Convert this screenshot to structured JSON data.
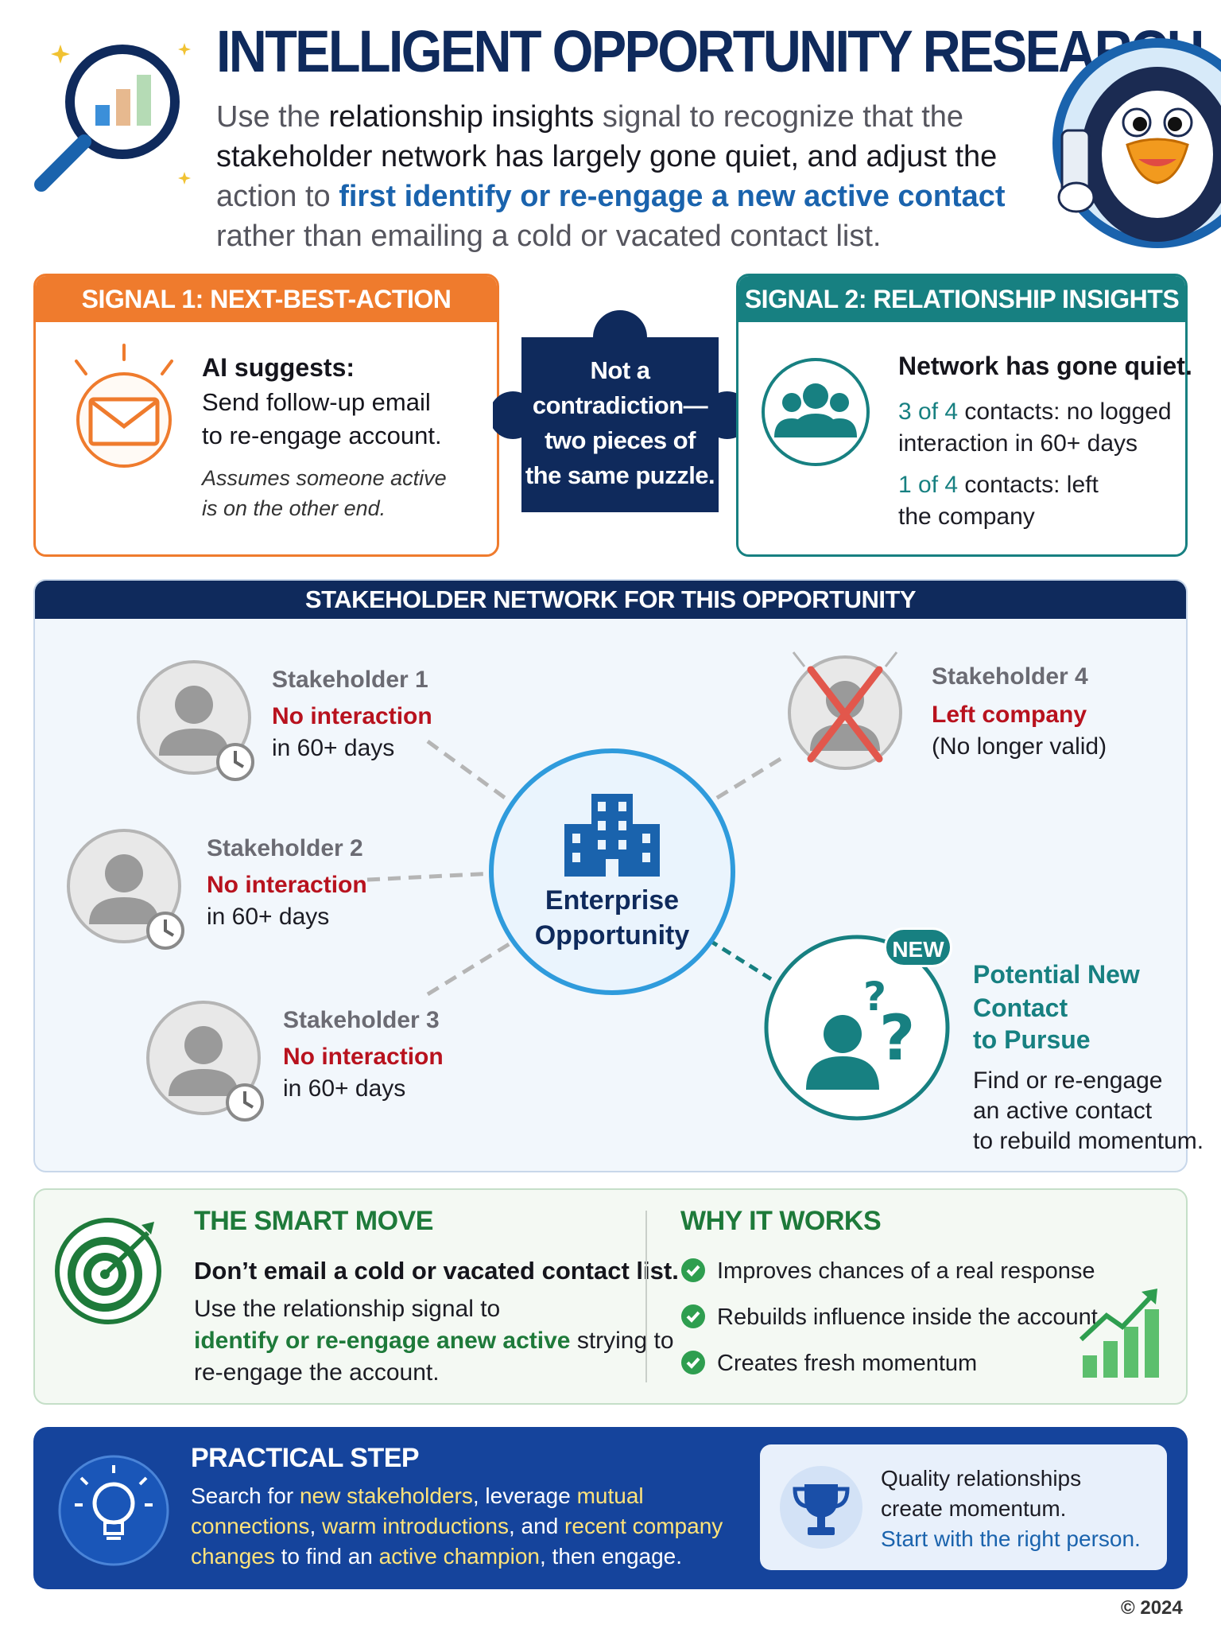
{
  "header": {
    "title": "INTELLIGENT OPPORTUNITY RESEARCH",
    "subtitle": {
      "p1": "Use the ",
      "b1": "relationship insights",
      "p2": " signal to recognize that the ",
      "b2": "stakeholder network has largely gone quiet, and adjust the",
      "p3": " action to ",
      "hl": "first identify or re-engage a new active contact",
      "p4": " rather than emailing a cold or vacated contact list."
    }
  },
  "signal1": {
    "heading": "SIGNAL 1: NEXT-BEST-ACTION",
    "lead": "AI suggests:",
    "line1": "Send follow-up email",
    "line2": "to re-engage account.",
    "note1": "Assumes someone active",
    "note2": "is on the other end."
  },
  "puzzle": {
    "line1": "Not a",
    "line2": "contradiction—",
    "line3": "two pieces of",
    "line4": "the same puzzle."
  },
  "signal2": {
    "heading": "SIGNAL 2: RELATIONSHIP INSIGHTS",
    "lead": "Network has gone quiet.",
    "stat1_count": "3 of 4",
    "stat1_text_a": " contacts: no logged",
    "stat1_text_b": "interaction in 60+ days",
    "stat2_count": "1 of 4",
    "stat2_text_a": " contacts: left",
    "stat2_text_b": "the company"
  },
  "network": {
    "heading": "STAKEHOLDER NETWORK FOR THIS OPPORTUNITY",
    "center_line1": "Enterprise",
    "center_line2": "Opportunity",
    "stakeholders": [
      {
        "name": "Stakeholder 1",
        "status": "No interaction",
        "detail": "in 60+ days"
      },
      {
        "name": "Stakeholder 2",
        "status": "No interaction",
        "detail": "in 60+ days"
      },
      {
        "name": "Stakeholder 3",
        "status": "No interaction",
        "detail": "in 60+ days"
      },
      {
        "name": "Stakeholder 4",
        "status": "Left company",
        "detail": "(No longer valid)"
      }
    ],
    "new_contact": {
      "badge": "NEW",
      "title1": "Potential New",
      "title2": "Contact",
      "title3": "to Pursue",
      "body1": "Find or re-engage",
      "body2": "an active contact",
      "body3": "to rebuild momentum."
    }
  },
  "smart_move": {
    "heading": "THE SMART MOVE",
    "lead": "Don’t email a cold or vacated contact list.",
    "line1": "Use the relationship signal to",
    "line2_hl": "identify or re-engage anew active",
    "line2_rest": " strying to",
    "line3": "re-engage the account."
  },
  "why": {
    "heading": "WHY IT WORKS",
    "items": [
      "Improves chances of a real response",
      "Rebuilds influence inside the account",
      "Creates fresh momentum"
    ]
  },
  "practical": {
    "heading": "PRACTICAL STEP",
    "s1": "Search for ",
    "h1": "new stakeholders",
    "s2": ", leverage ",
    "h2": "mutual connections",
    "s3": ", ",
    "h3": "warm introductions",
    "s4": ", and ",
    "h4": "recent company changes",
    "s5": " to find an ",
    "h5": "active champion",
    "s6": ", then engage.",
    "quote1": "Quality relationships",
    "quote2": "create momentum.",
    "quote3": "Start with the right person."
  },
  "footer": {
    "copyright": "© 2024"
  },
  "colors": {
    "navy": "#0f2a5c",
    "orange": "#ef7b2d",
    "teal": "#178081",
    "red": "#b8121e",
    "green": "#1e7a3a",
    "blue": "#15449c"
  }
}
